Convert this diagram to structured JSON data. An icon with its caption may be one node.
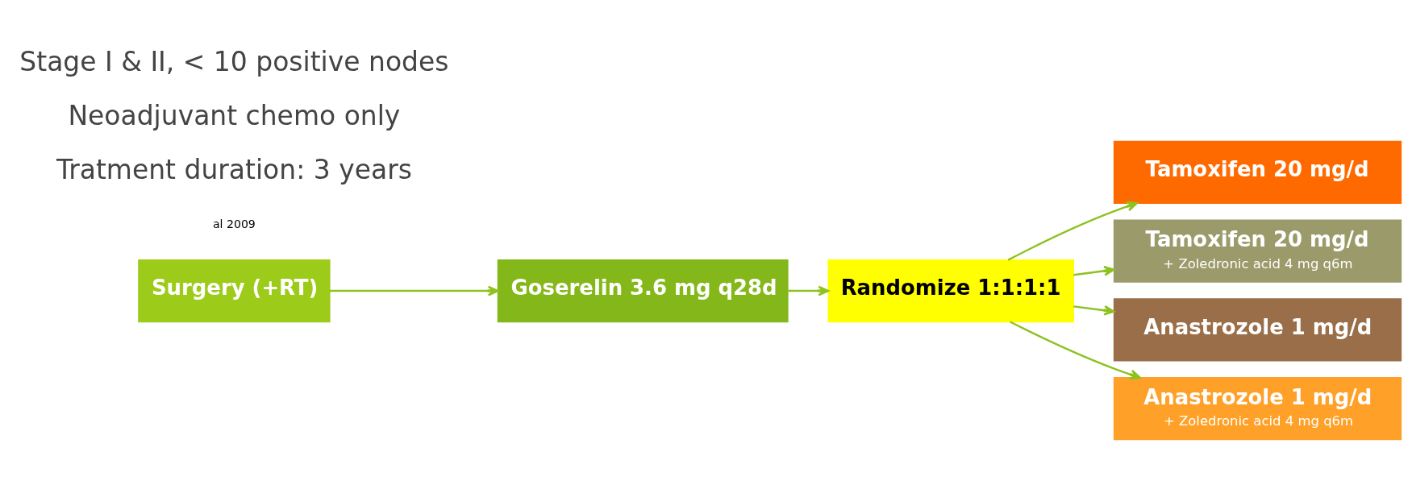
{
  "diagram": {
    "nodes": [
      {
        "text": [
          "Surgery (+RT)"
        ]
      },
      {
        "text": [
          "Goserelin 3.6 mg q28d"
        ]
      },
      {
        "text": [
          "Randomize 1:1:1:1"
        ]
      },
      {
        "text": [
          "Tamoxifen 20 mg/d"
        ]
      },
      {
        "text": [
          "Tamoxifen 20 mg/d",
          "+ Zoledronic acid 4 mg q6m"
        ]
      },
      {
        "text": [
          "Anastrozole 1 mg/d"
        ]
      },
      {
        "text": [
          "Anastrozole 1 mg/d",
          "+ Zoledronic acid 4 mg q6m"
        ]
      }
    ],
    "edges": [
      {
        "from": 0,
        "to": 1,
        "arrow": "to"
      },
      {
        "from": 1,
        "to": 2,
        "arrow": "to"
      },
      {
        "from": 2,
        "to": 3,
        "arrow": "to"
      },
      {
        "from": 2,
        "to": 4,
        "arrow": "to"
      },
      {
        "from": 2,
        "to": 5,
        "arrow": "to"
      },
      {
        "from": 2,
        "to": 6,
        "arrow": "to"
      }
    ],
    "labels": [
      "Stage I & II, < 10 positive nodes",
      "Neoadjuvant chemo only",
      "Tratment duration: 3 years",
      "al 2009"
    ]
  }
}
